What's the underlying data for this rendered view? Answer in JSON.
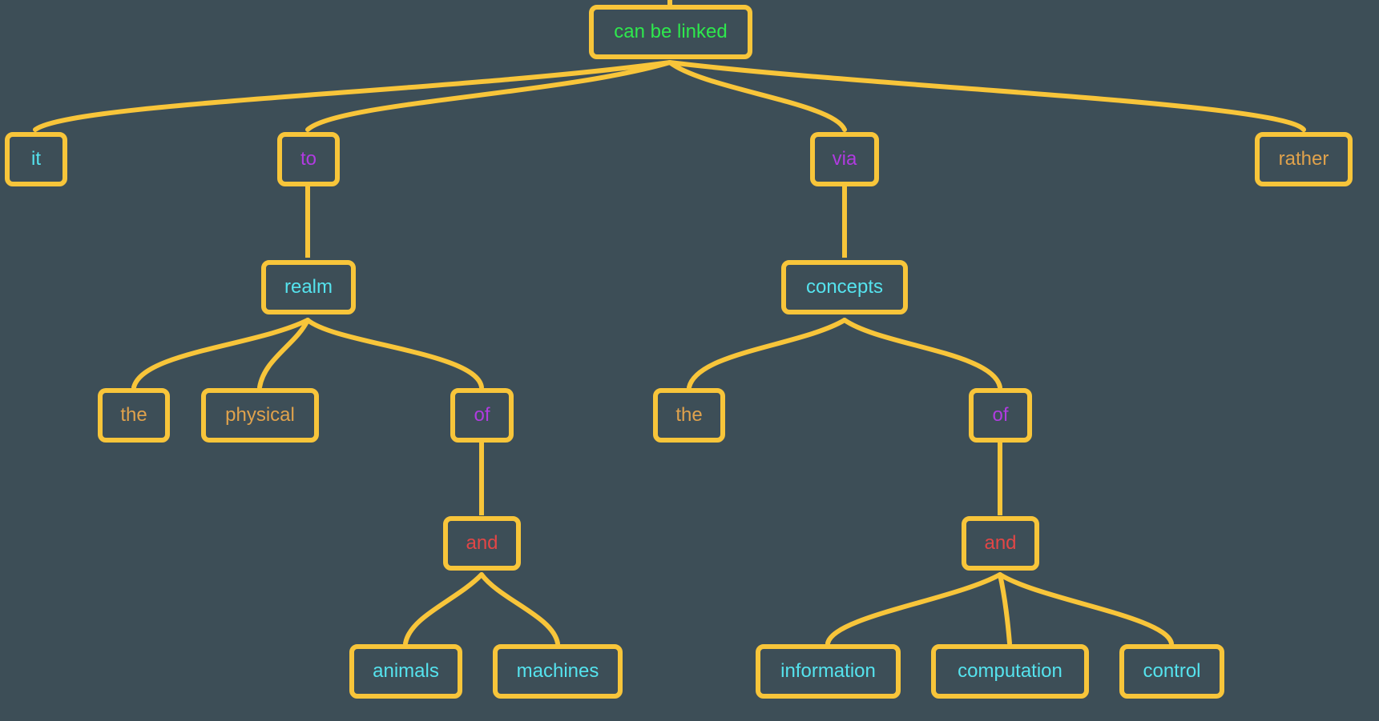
{
  "diagram": {
    "colors": {
      "background": "#3d4e57",
      "node_border": "#f8c53a",
      "edge": "#f8c53a",
      "verb": "#2ee84d",
      "noun": "#55e3ee",
      "preposition": "#b03be0",
      "modifier": "#e0a24c",
      "conjunction": "#e24646"
    },
    "nodes": {
      "root": "can be linked",
      "it": "it",
      "to": "to",
      "via": "via",
      "rather": "rather",
      "realm": "realm",
      "concepts": "concepts",
      "the_1": "the",
      "physical": "physical",
      "of_1": "of",
      "the_2": "the",
      "of_2": "of",
      "and_1": "and",
      "and_2": "and",
      "animals": "animals",
      "machines": "machines",
      "information": "information",
      "computation": "computation",
      "control": "control"
    }
  }
}
